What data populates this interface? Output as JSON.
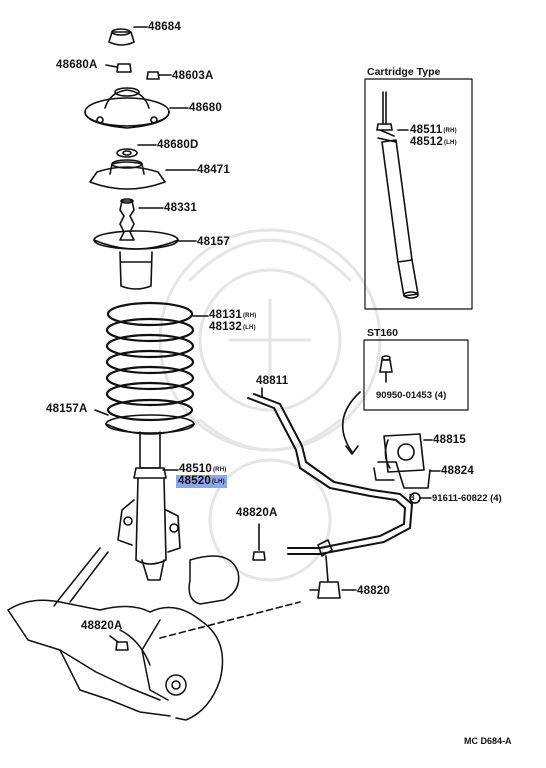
{
  "callouts": {
    "p48684": "48684",
    "p48680A": "48680A",
    "p48603A": "48603A",
    "p48680": "48680",
    "p48680D": "48680D",
    "p48471": "48471",
    "p48331": "48331",
    "p48157": "48157",
    "p48131": "48131",
    "p48132": "48132",
    "p48157A": "48157A",
    "p48510": "48510",
    "p48520": "48520",
    "p48820A_1": "48820A",
    "p48820A_2": "48820A",
    "p48820": "48820",
    "p48811": "48811",
    "p48815": "48815",
    "p48824": "48824",
    "p91611": "91611-60822 (4)",
    "p90950": "90950-01453 (4)",
    "p48511": "48511",
    "p48512": "48512"
  },
  "suffix": {
    "rh": "(RH)",
    "lh": "(LH)"
  },
  "boxes": {
    "cartridge_title": "Cartridge Type",
    "st160_title": "ST160"
  },
  "bolt_marker": "B",
  "diagram_code": "MC D684-A",
  "highlight_color": "#8ea6f0"
}
